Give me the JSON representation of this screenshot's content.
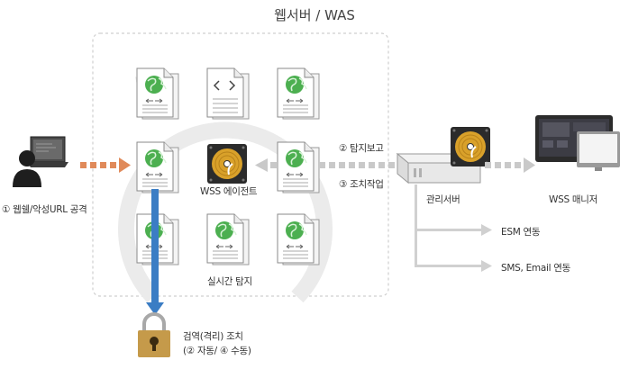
{
  "diagram": {
    "title": "웹서버 / WAS",
    "attacker_label": "① 웹쉘/악성URL 공격",
    "agent_label": "WSS 에이전트",
    "realtime_label": "실시간 탐지",
    "detect_report_label": "② 탐지보고",
    "action_label": "③ 조치작업",
    "mgmt_server_label": "관리서버",
    "manager_label": "WSS 매니저",
    "esm_label": "ESM 연동",
    "sms_label": "SMS, Email 연동",
    "quarantine_line1": "검역(격리) 조치",
    "quarantine_line2": "(② 자동/ ④ 수동)"
  },
  "colors": {
    "globe": "#4caf50",
    "attack_arrow": "#e08a5a",
    "gray_arrow": "#c9c9c9",
    "blue_arrow": "#3b7dc4",
    "gold": "#c9962b",
    "lock": "#c59a4a"
  },
  "icons": [
    "globe-document-icon",
    "code-document-icon",
    "hard-disk-icon",
    "laptop-icon",
    "person-icon",
    "server-icon",
    "monitor-icon",
    "lock-icon"
  ]
}
